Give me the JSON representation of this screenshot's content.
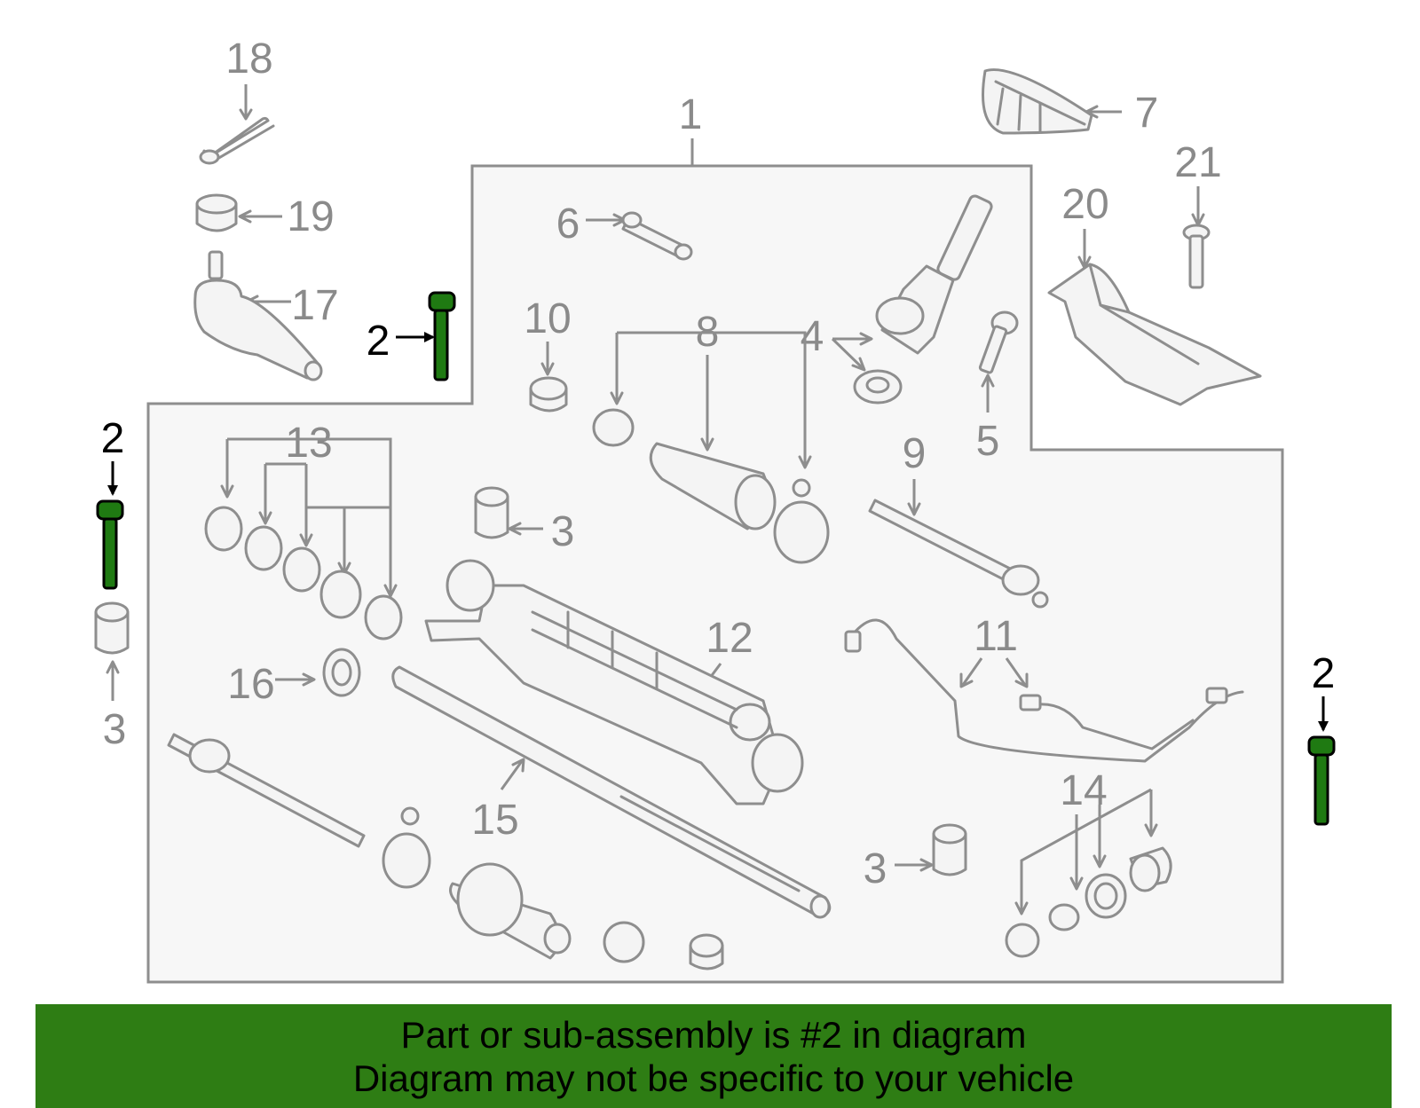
{
  "diagram": {
    "callouts": [
      "1",
      "2",
      "3",
      "4",
      "5",
      "6",
      "7",
      "8",
      "9",
      "10",
      "11",
      "12",
      "13",
      "14",
      "15",
      "16",
      "17",
      "18",
      "19",
      "20",
      "21"
    ],
    "highlighted_part": "2",
    "colors": {
      "highlight": "#2e7d14",
      "bolt_highlight": "#1f7a12",
      "part_stroke": "#8e8e8e",
      "box_fill": "#f7f7f7"
    }
  },
  "banner": {
    "line1": "Part or sub-assembly is #2 in diagram",
    "line2": "Diagram may not be specific to your vehicle"
  }
}
